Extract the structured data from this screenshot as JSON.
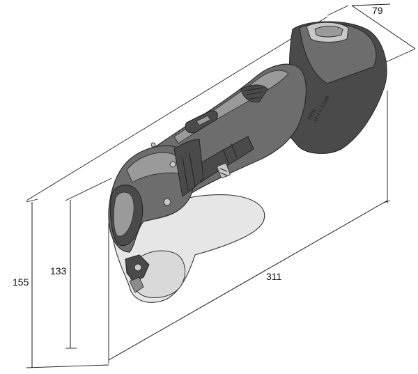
{
  "dimensions": {
    "depth": "79",
    "length": "311",
    "height_total": "155",
    "height_body": "133"
  },
  "battery_label": {
    "line1": "FEIN",
    "line2": "14,4 V 3,0 Ah"
  },
  "colors": {
    "housing": "#6d6d6d",
    "dark_parts": "#4a4a4a",
    "plate": "#e6e6e6",
    "lines": "#1a1a1a"
  }
}
